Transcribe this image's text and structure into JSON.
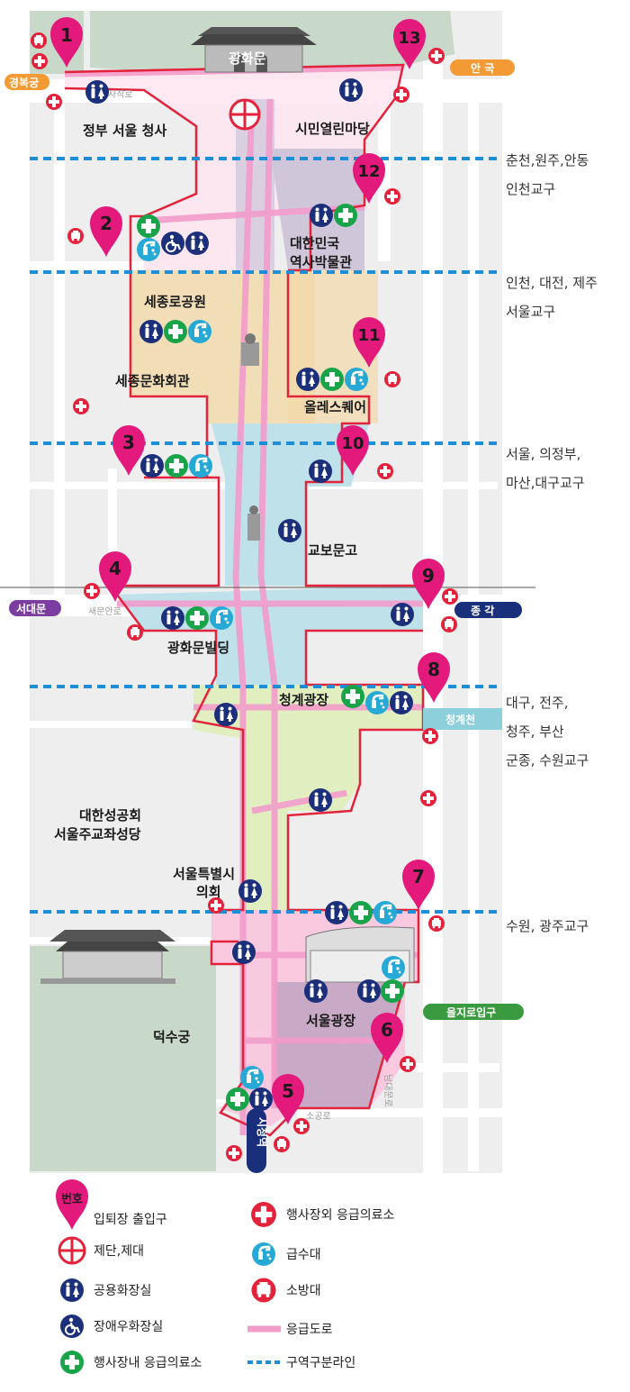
{
  "stations": {
    "gyeongbokgung": "경복궁",
    "anguk": "안 국",
    "seodaemun": "서대문",
    "jonggak": "종 각",
    "euljiro1ga": "을지로입구",
    "city_hall": "시청역"
  },
  "roads": {
    "sajik": "사직로",
    "saemunan": "새문안로",
    "cheonggyecheon": "청계천",
    "sogong": "소공로",
    "namdaemun": "남대문로"
  },
  "places": {
    "gwanghwamun": "광화문",
    "gov_complex": "정부 서울 청사",
    "citizen_madang": "시민열린마당",
    "history_museum_1": "대한민국",
    "history_museum_2": "역사박물관",
    "sejongno_park": "세종로공원",
    "sejong_center": "세종문화회관",
    "olle_square": "올레스퀘어",
    "kyobo": "교보문고",
    "gwanghwamun_bldg": "광화문빌딩",
    "cheonggye_plaza": "청계광장",
    "cathedral_1": "대한성공회",
    "cathedral_2": "서울주교좌성당",
    "council_1": "서울특별시",
    "council_2": "의회",
    "deoksugung": "덕수궁",
    "seoul_plaza": "서울광장"
  },
  "entrances": [
    "1",
    "2",
    "3",
    "4",
    "5",
    "6",
    "7",
    "8",
    "9",
    "10",
    "11",
    "12",
    "13"
  ],
  "zones": [
    {
      "line1": "춘천,원주,안동",
      "line2": "인천교구"
    },
    {
      "line1": "인천, 대전, 제주",
      "line2": "서울교구"
    },
    {
      "line1": "서울, 의정부,",
      "line2": "마산,대구교구"
    },
    {
      "line1": "대구, 전주,",
      "line2": "청주, 부산",
      "line3": "군종, 수원교구"
    },
    {
      "line1": "수원, 광주교구"
    }
  ],
  "legend": {
    "number_badge": "번호",
    "entrance": "입퇴장 출입구",
    "altar": "제단,제대",
    "restroom": "공용화장실",
    "accessible_restroom": "장애우화장실",
    "inner_medical": "행사장내 응급의료소",
    "outer_medical": "행사장외 응급의료소",
    "water": "급수대",
    "fire": "소방대",
    "emergency_road": "응급도로",
    "zone_line": "구역구분라인"
  },
  "colors": {
    "pin": "#e3197c",
    "boundary": "#e2233b",
    "emergency_road": "#f39ccb",
    "zone_line": "#1e8fd6",
    "restroom": "#1b2f7a",
    "medical_green": "#1aa44a",
    "water": "#27a9d6",
    "line1": "#f39a35",
    "line3": "#f39a35",
    "line2": "#3a9a3f",
    "line5": "#7b3ea0",
    "line1_blue": "#1a2f7c"
  }
}
